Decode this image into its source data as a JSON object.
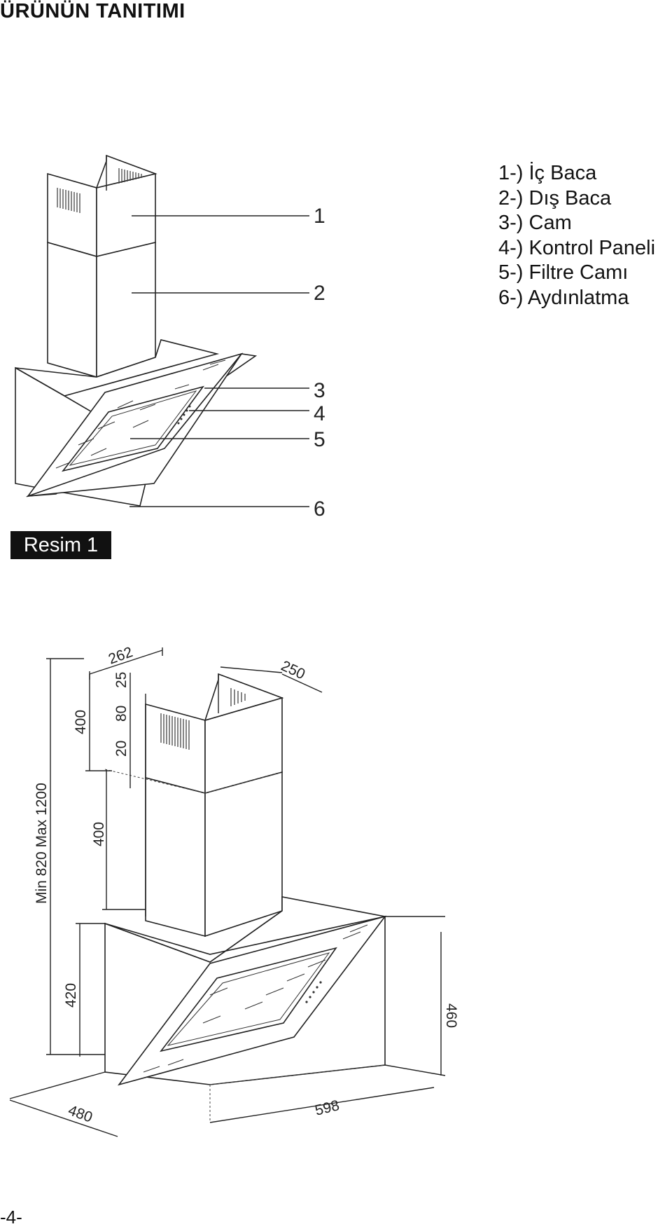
{
  "page": {
    "title": "ÜRÜNÜN TANITIMI",
    "page_number": "-4-"
  },
  "legend": {
    "items": [
      "1-) İç Baca",
      "2-) Dış Baca",
      "3-) Cam",
      "4-) Kontrol Paneli",
      "5-) Filtre Camı",
      "6-) Aydınlatma"
    ]
  },
  "figure1": {
    "label": "Resim 1",
    "callouts": [
      "1",
      "2",
      "3",
      "4",
      "5",
      "6"
    ]
  },
  "figure2": {
    "dimensions": {
      "width_top": "262",
      "depth_top": "250",
      "gap_25": "25",
      "inner_80": "80",
      "gap_20": "20",
      "inner_400": "400",
      "outer_400": "400",
      "total_height": "Min 820 Max 1200",
      "body_height": "420",
      "glass_height": "460",
      "width": "598",
      "depth": "480"
    }
  }
}
